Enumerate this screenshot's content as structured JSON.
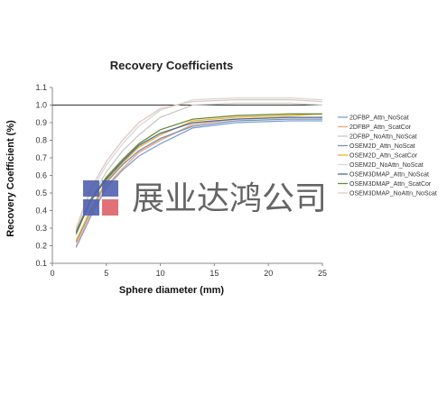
{
  "chart_data": {
    "type": "line",
    "title": "Recovery Coefficients",
    "xlabel": "Sphere diameter (mm)",
    "ylabel": "Recovery Coefficient (%)",
    "xlim": [
      0,
      25
    ],
    "ylim": [
      0.1,
      1.1
    ],
    "xticks": [
      0,
      5,
      10,
      15,
      20,
      25
    ],
    "yticks": [
      0.1,
      0.2,
      0.3,
      0.4,
      0.5,
      0.6,
      0.7,
      0.8,
      0.9,
      1.0,
      1.1
    ],
    "reference_line": 1.0,
    "grid": false,
    "legend": "right",
    "x": [
      2.2,
      3.5,
      5,
      6.5,
      8,
      10,
      13,
      17,
      22,
      25
    ],
    "series": [
      {
        "name": "2DFBP_Attn_NoScat",
        "color": "#7aa0d4",
        "values": [
          0.19,
          0.36,
          0.53,
          0.63,
          0.71,
          0.78,
          0.87,
          0.9,
          0.91,
          0.91
        ]
      },
      {
        "name": "2DFBP_Attn_ScatCor",
        "color": "#e8a87c",
        "values": [
          0.2,
          0.37,
          0.54,
          0.64,
          0.73,
          0.8,
          0.89,
          0.92,
          0.93,
          0.93
        ]
      },
      {
        "name": "2DFBP_NoAttn_NoScat",
        "color": "#c8c8c8",
        "values": [
          0.26,
          0.46,
          0.62,
          0.74,
          0.83,
          0.93,
          1.0,
          1.01,
          1.01,
          1.0
        ]
      },
      {
        "name": "OSEM2D_Attn_NoScat",
        "color": "#7f8fb0",
        "values": [
          0.22,
          0.39,
          0.56,
          0.66,
          0.74,
          0.81,
          0.88,
          0.91,
          0.92,
          0.92
        ]
      },
      {
        "name": "OSEM2D_Attn_ScatCor",
        "color": "#f0b030",
        "values": [
          0.23,
          0.4,
          0.57,
          0.67,
          0.76,
          0.83,
          0.91,
          0.93,
          0.94,
          0.95
        ]
      },
      {
        "name": "OSEM2D_NoAttn_NoScat",
        "color": "#d8d8d8",
        "values": [
          0.29,
          0.5,
          0.66,
          0.78,
          0.88,
          0.97,
          1.03,
          1.04,
          1.04,
          1.03
        ]
      },
      {
        "name": "OSEM3DMAP_Attn_NoScat",
        "color": "#4a6a9a",
        "values": [
          0.27,
          0.45,
          0.58,
          0.68,
          0.77,
          0.84,
          0.9,
          0.92,
          0.93,
          0.93
        ]
      },
      {
        "name": "OSEM3DMAP_Attn_ScatCor",
        "color": "#6a8a3a",
        "values": [
          0.28,
          0.46,
          0.59,
          0.69,
          0.78,
          0.86,
          0.92,
          0.94,
          0.95,
          0.95
        ]
      },
      {
        "name": "OSEM3DMAP_NoAttn_NoScat",
        "color": "#e0c8c0",
        "values": [
          0.3,
          0.52,
          0.68,
          0.8,
          0.9,
          0.98,
          1.02,
          1.03,
          1.03,
          1.02
        ]
      }
    ]
  },
  "watermark": {
    "text": "展业达鸿公司",
    "colors": [
      "#5060b0",
      "#e0606a"
    ]
  }
}
